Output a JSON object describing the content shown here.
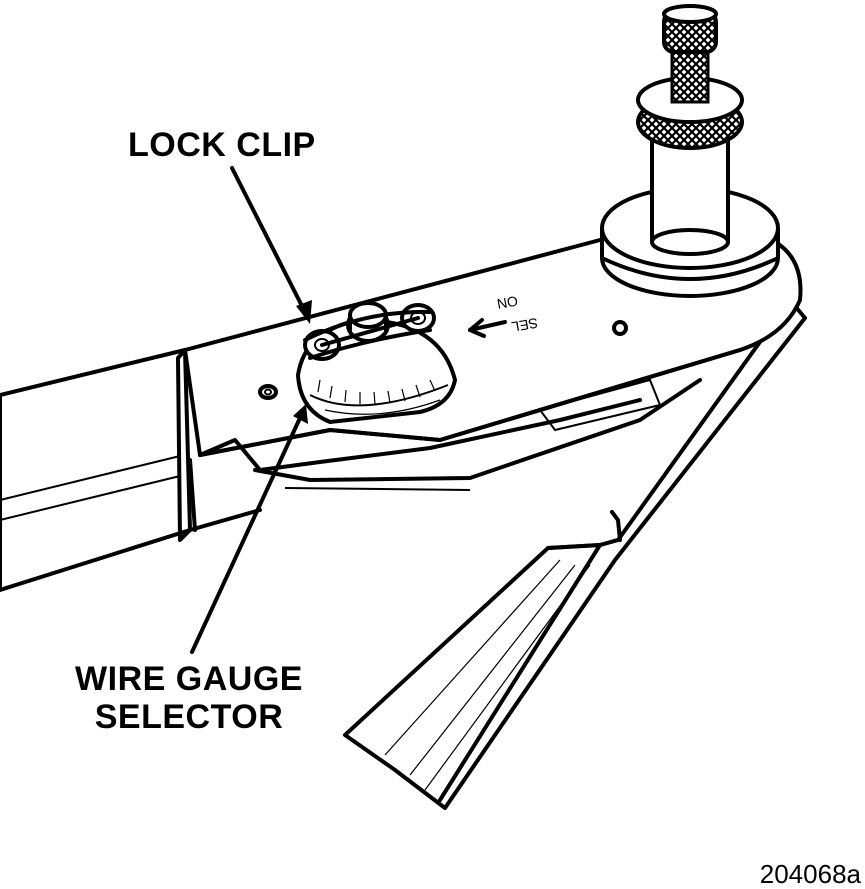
{
  "labels": {
    "lock_clip": "LOCK CLIP",
    "wire_gauge_selector": [
      "WIRE GAUGE",
      "SELECTOR"
    ]
  },
  "figure_number": "204068a",
  "tool_markings": {
    "arrow_text": "SEL",
    "handle_text": "ON"
  }
}
